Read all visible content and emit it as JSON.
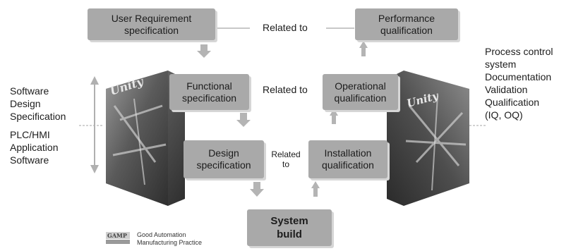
{
  "boxes": {
    "user_requirement": "User Requirement\nspecification",
    "performance": "Performance\nqualification",
    "functional": "Functional\nspecification",
    "operational": "Operational\nqualification",
    "design": "Design\nspecification",
    "installation": "Installation\nqualification",
    "system_build": "System\nbuild"
  },
  "relations": {
    "top": "Related to",
    "middle": "Related to",
    "bottom": "Related\nto"
  },
  "left_labels": {
    "upper": "Software\nDesign\nSpecification",
    "lower": "PLC/HMI\nApplication\nSoftware"
  },
  "right_label": "Process control\nsystem\nDocumentation\nValidation\nQualification\n(IQ, OQ)",
  "cube_brand": "Unity",
  "legend": {
    "logo": "GAMP",
    "text": "Good Automation\nManufacturing Practice"
  },
  "colors": {
    "box": "#a9a9a9",
    "arrow": "#b4b4b4",
    "line": "#c8c8c8"
  },
  "icons": [
    "down-arrow-icon",
    "up-arrow-icon",
    "double-headed-arrow-icon"
  ]
}
